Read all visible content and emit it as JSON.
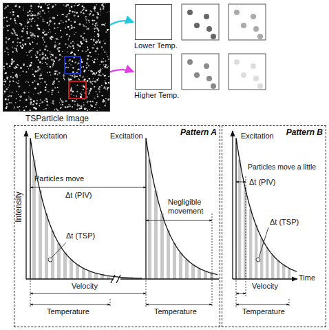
{
  "diagram": {
    "nodes": [
      {
        "text": [
          "TSParticle Image"
        ]
      },
      {
        "text": [
          "Lower Temp."
        ]
      },
      {
        "text": [
          "Higher Temp."
        ]
      },
      {
        "text": [
          "Pattern A"
        ]
      },
      {
        "text": [
          "Pattern B"
        ]
      }
    ],
    "edges": [
      {
        "from": 0,
        "to": 1,
        "arrow": "to"
      },
      {
        "from": 0,
        "to": 2,
        "arrow": "to"
      }
    ],
    "labels": [
      "Excitation",
      "Excitation",
      "Excitation",
      "Intensity",
      "Time",
      "Particles move",
      "Δt (PIV)",
      "Negligible movement",
      "Δt (TSP)",
      "Velocity",
      "Temperature",
      "Temperature",
      "Particles move a little",
      "Δt (PIV)",
      "Δt (TSP)",
      "Velocity",
      "Temperature"
    ]
  }
}
